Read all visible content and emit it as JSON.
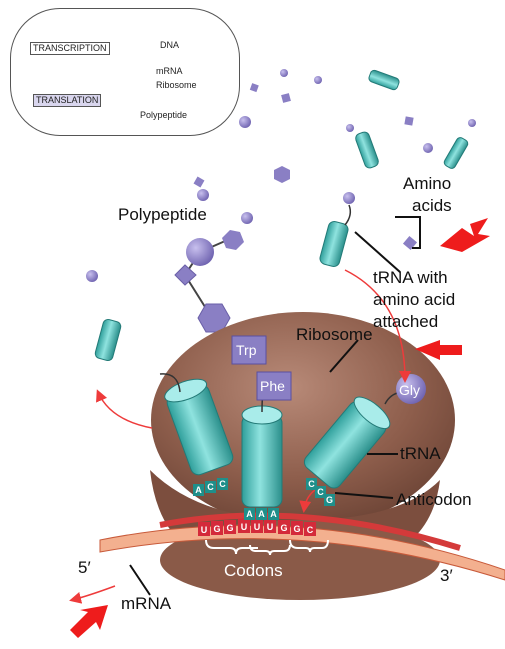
{
  "inset": {
    "transcription_label": "TRANSCRIPTION",
    "translation_label": "TRANSLATION",
    "dna_label": "DNA",
    "mrna_label": "mRNA",
    "ribosome_label": "Ribosome",
    "polypeptide_label": "Polypeptide"
  },
  "labels": {
    "polypeptide": "Polypeptide",
    "amino_acids_line1": "Amino",
    "amino_acids_line2": "acids",
    "trna_aa_line1": "tRNA with",
    "trna_aa_line2": "amino acid",
    "trna_aa_line3": "attached",
    "ribosome": "Ribosome",
    "trna": "tRNA",
    "anticodon": "Anticodon",
    "codons": "Codons",
    "five_prime": "5′",
    "three_prime": "3′",
    "mrna": "mRNA"
  },
  "amino_acid_names": [
    "Trp",
    "Phe",
    "Gly"
  ],
  "anticodons": [
    [
      "A",
      "C",
      "C"
    ],
    [
      "A",
      "A",
      "A"
    ],
    [
      "C",
      "C",
      "G"
    ]
  ],
  "codon_bases": [
    "U",
    "G",
    "G",
    "U",
    "U",
    "U",
    "G",
    "G",
    "C"
  ],
  "colors": {
    "ribosome": "#8a5a4a",
    "trna": "#5cc8c4",
    "amino_acid": "#8e83c6",
    "mrna": "#e07a5a",
    "codon": "#d42a3a",
    "arrow": "#ee1c1c"
  },
  "icons": [
    "red-arrow-icon",
    "curved-arrow-icon"
  ]
}
